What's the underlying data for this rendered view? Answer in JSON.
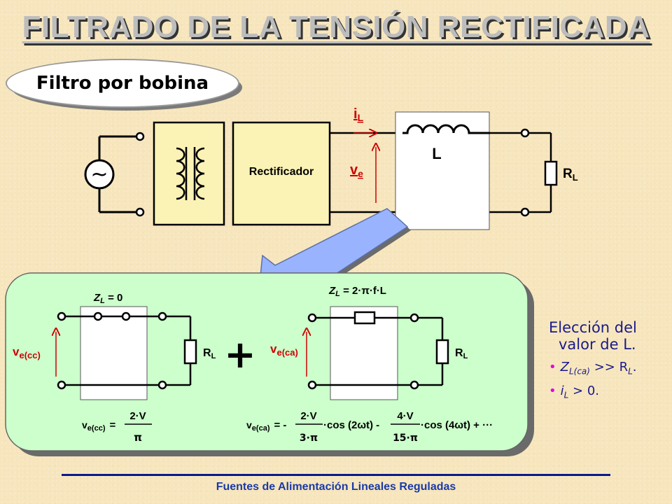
{
  "title": "FILTRADO DE LA TENSIÓN RECTIFICADA",
  "bubble_label": "Filtro por bobina",
  "top_circuit": {
    "rectifier_label": "Rectificador",
    "current_label": "i",
    "current_sub": "L",
    "voltage_label": "v",
    "voltage_sub": "e",
    "inductor_label": "L",
    "load_label": "R",
    "load_sub": "L",
    "source_symbol": "~"
  },
  "dc_circuit": {
    "impedance_label": "Z",
    "impedance_sub": "L",
    "impedance_value": " = 0",
    "voltage_label": "v",
    "voltage_sub": "e(cc)",
    "load_label": "R",
    "load_sub": "L",
    "formula_lhs": "v",
    "formula_lhs_sub": "e(cc)",
    "formula_eq": "=",
    "formula_num": "2·V",
    "formula_den": "π"
  },
  "plus_sign": "+",
  "ac_circuit": {
    "impedance_label": "Z",
    "impedance_sub": "L",
    "impedance_value": " = 2·π·f·L",
    "voltage_label": "v",
    "voltage_sub": "e(ca)",
    "load_label": "R",
    "load_sub": "L",
    "formula_lhs": "v",
    "formula_lhs_sub": "e(ca)",
    "formula_eq": "= -",
    "term1_num": "2·V",
    "term1_den": "3·π",
    "term1_tail": "·cos (2ωt) -",
    "term2_num": "4·V",
    "term2_den": "15·π",
    "term2_tail": "·cos (4ωt) + ···"
  },
  "side_note": {
    "line1": "Elección del",
    "line2": "valor de L.",
    "bullet1_z": "Z",
    "bullet1_sub": "L(ca)",
    "bullet1_rest": " >> R",
    "bullet1_sub2": "L",
    "bullet1_end": ".",
    "bullet2_i": "i",
    "bullet2_sub": "L",
    "bullet2_rest": " > 0."
  },
  "footer": "Fuentes de Alimentación Lineales Reguladas",
  "colors": {
    "background": "#f7e6bd",
    "module_yellow": "#fbf2b6",
    "panel_green": "#ccffcc",
    "arrow_blue": "#99b3ff",
    "label_red": "#cc0000",
    "note_blue": "#1a1a8a",
    "footer_blue": "#1a3aa8"
  }
}
